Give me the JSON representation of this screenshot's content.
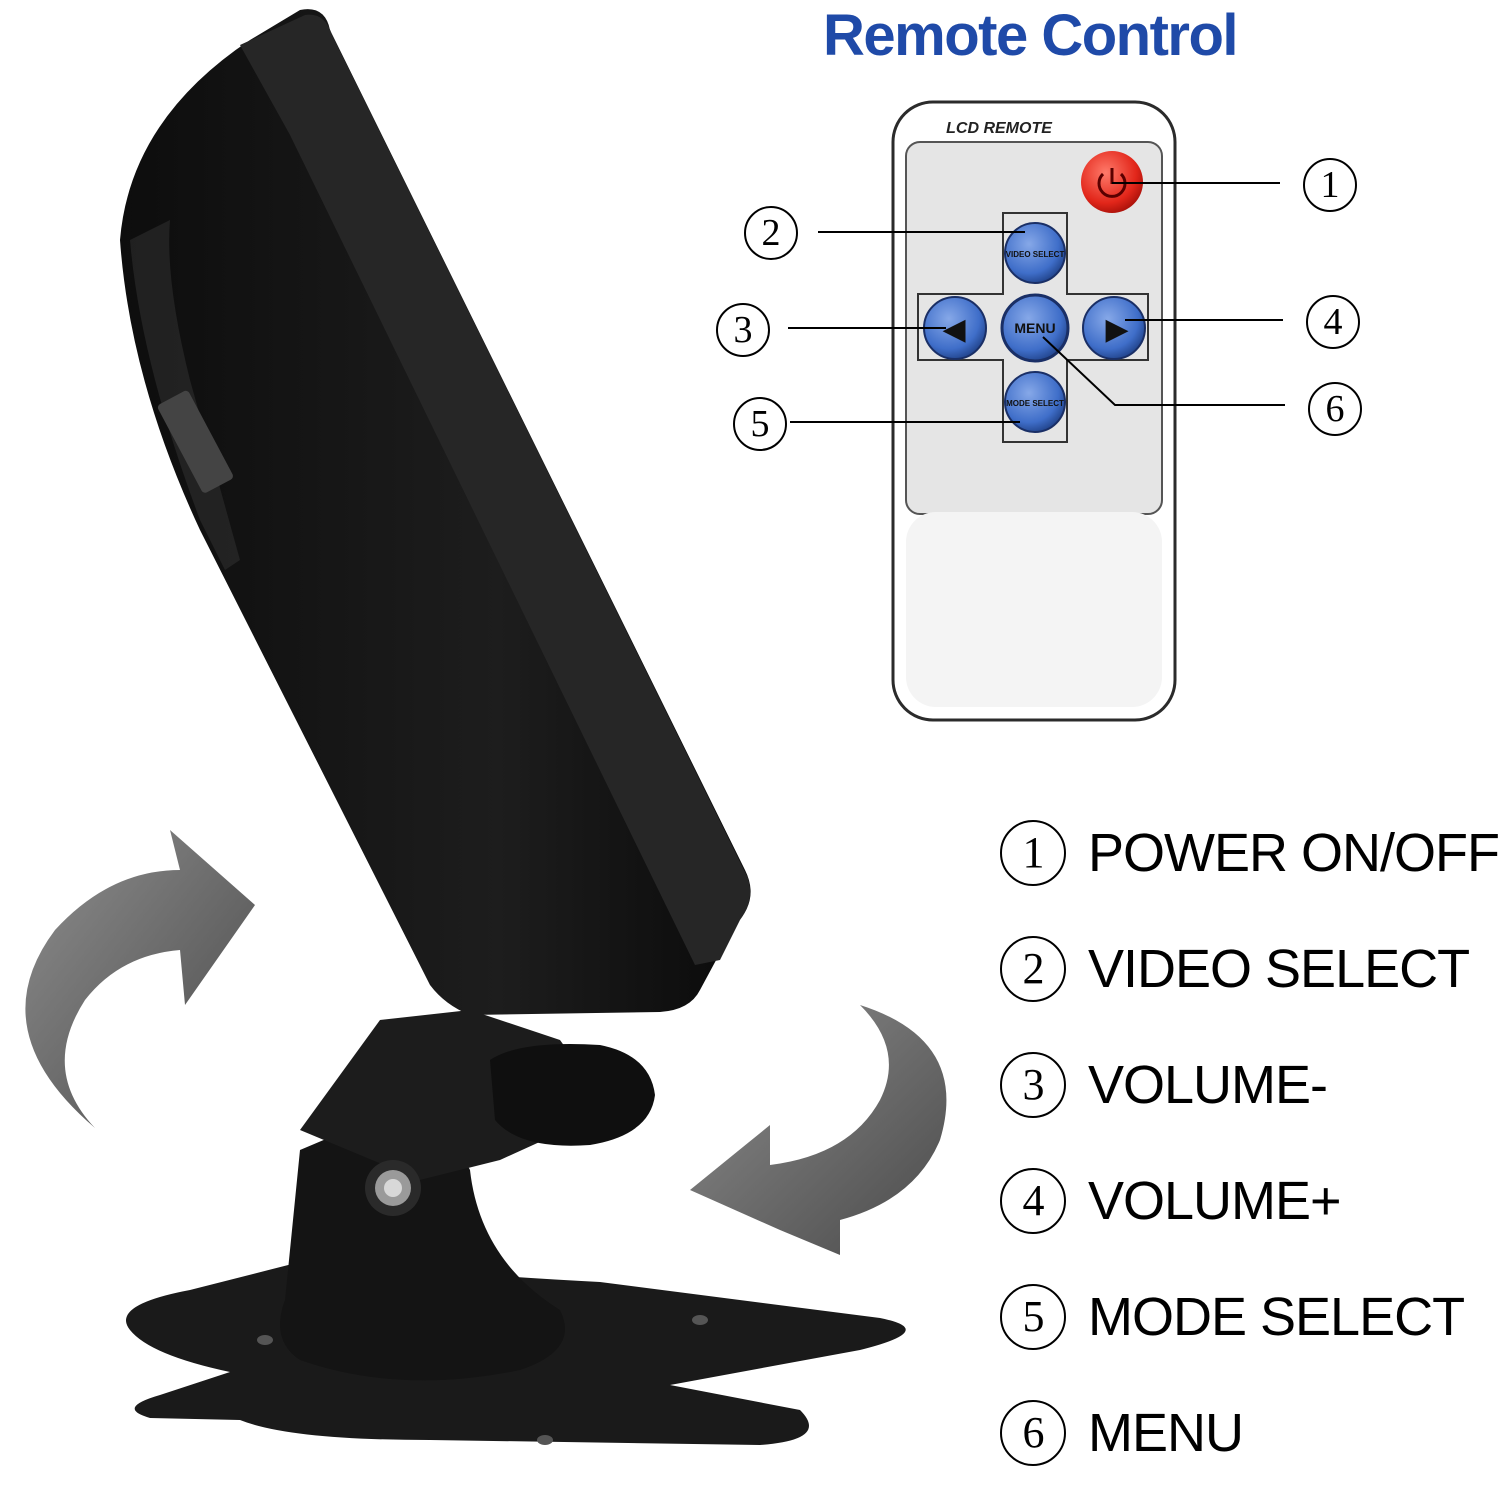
{
  "title": "Remote Control",
  "remote": {
    "header": "LCD REMOTE",
    "buttons": {
      "video_select": "VIDEO SELECT",
      "menu": "MENU",
      "mode_select": "MODE SELECT",
      "left": "◀",
      "right": "▶"
    }
  },
  "callouts": [
    "1",
    "2",
    "3",
    "4",
    "5",
    "6"
  ],
  "legend": [
    {
      "num": "1",
      "label": "POWER ON/OFF"
    },
    {
      "num": "2",
      "label": "VIDEO SELECT"
    },
    {
      "num": "3",
      "label": "VOLUME-"
    },
    {
      "num": "4",
      "label": "VOLUME+"
    },
    {
      "num": "5",
      "label": "MODE SELECT"
    },
    {
      "num": "6",
      "label": "MENU"
    }
  ]
}
